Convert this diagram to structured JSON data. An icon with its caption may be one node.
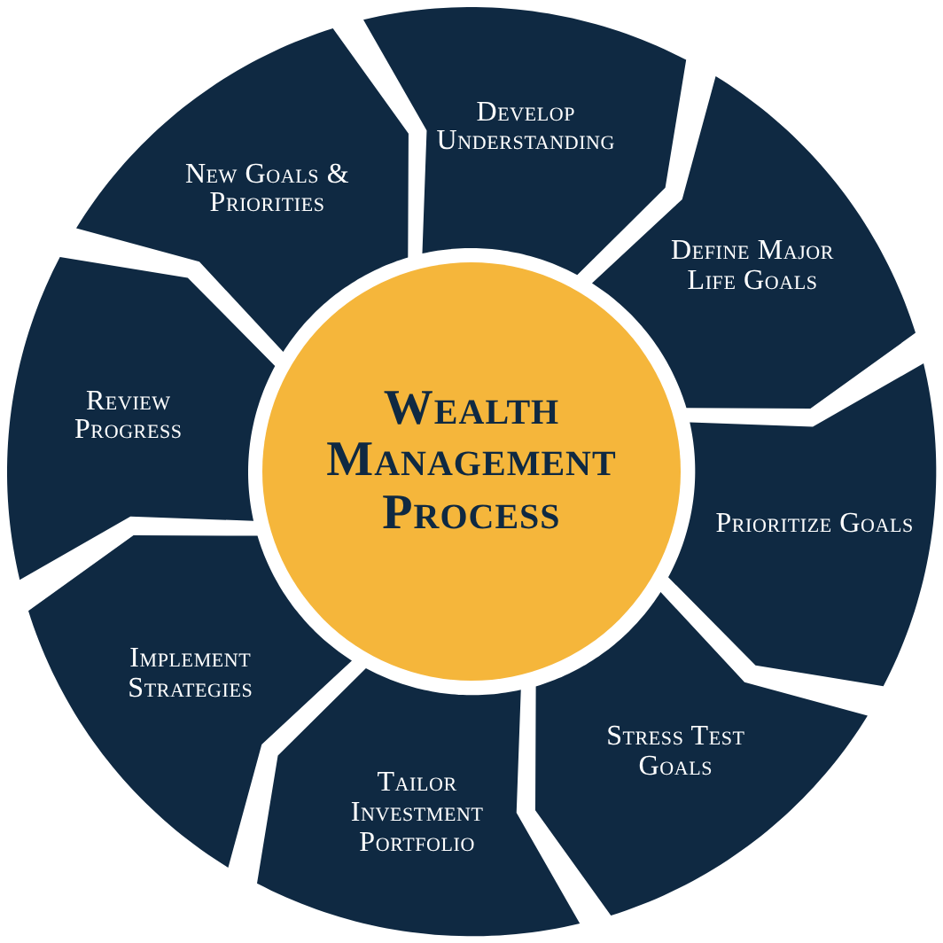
{
  "diagram": {
    "nodes": [
      {
        "text": [
          "Wealth Management Process"
        ]
      },
      {
        "text": [
          "Develop Understanding"
        ]
      },
      {
        "text": [
          "Define Major Life Goals"
        ]
      },
      {
        "text": [
          "Prioritize Goals"
        ]
      },
      {
        "text": [
          "Stress Test Goals"
        ]
      },
      {
        "text": [
          "Tailor Investment Portfolio"
        ]
      },
      {
        "text": [
          "Implement Strategies"
        ]
      },
      {
        "text": [
          "Review Progress"
        ]
      },
      {
        "text": [
          "New Goals & Priorities"
        ]
      }
    ]
  }
}
